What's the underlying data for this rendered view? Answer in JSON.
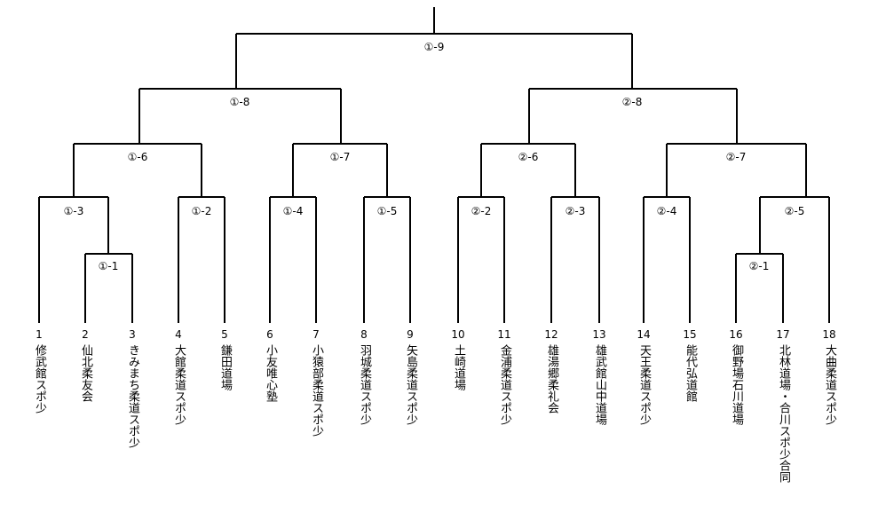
{
  "matches": {
    "m1_9": "①-9",
    "m1_8": "①-8",
    "m2_8": "②-8",
    "m1_6": "①-6",
    "m1_7": "①-7",
    "m2_6": "②-6",
    "m2_7": "②-7",
    "m1_3": "①-3",
    "m1_2": "①-2",
    "m1_4": "①-4",
    "m1_5": "①-5",
    "m2_2": "②-2",
    "m2_3": "②-3",
    "m2_4": "②-4",
    "m2_5": "②-5",
    "m1_1": "①-1",
    "m2_1": "②-1"
  },
  "teams": [
    {
      "num": "1",
      "name": "修武館スポ少"
    },
    {
      "num": "2",
      "name": "仙北柔友会"
    },
    {
      "num": "3",
      "name": "きみまち柔道スポ少"
    },
    {
      "num": "4",
      "name": "大館柔道スポ少"
    },
    {
      "num": "5",
      "name": "鎌田道場"
    },
    {
      "num": "6",
      "name": "小友唯心塾"
    },
    {
      "num": "7",
      "name": "小猿部柔道スポ少"
    },
    {
      "num": "8",
      "name": "羽城柔道スポ少"
    },
    {
      "num": "9",
      "name": "矢島柔道スポ少"
    },
    {
      "num": "10",
      "name": "土崎道場"
    },
    {
      "num": "11",
      "name": "金浦柔道スポ少"
    },
    {
      "num": "12",
      "name": "雄湯郷柔礼会"
    },
    {
      "num": "13",
      "name": "雄武館山中道場"
    },
    {
      "num": "14",
      "name": "天王柔道スポ少"
    },
    {
      "num": "15",
      "name": "能代弘道館"
    },
    {
      "num": "16",
      "name": "御野場石川道場"
    },
    {
      "num": "17",
      "name": "北林道場・合川スポ少合同"
    },
    {
      "num": "18",
      "name": "大曲柔道スポ少"
    }
  ]
}
